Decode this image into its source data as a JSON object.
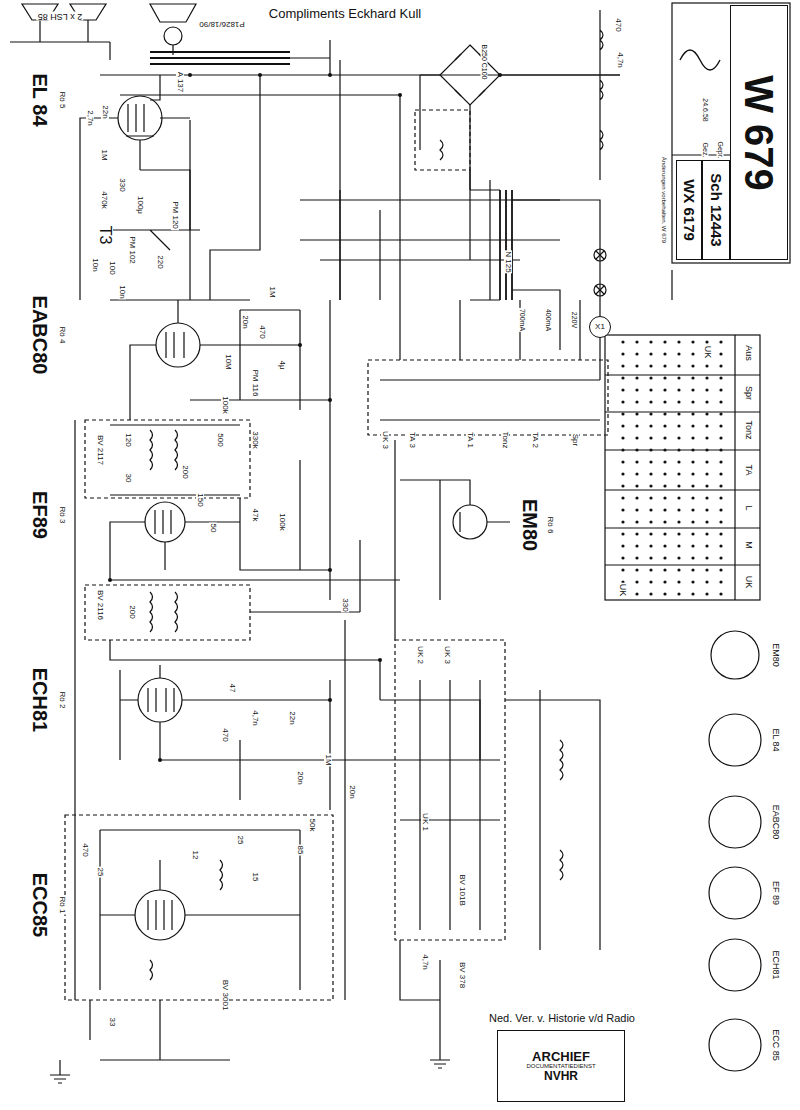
{
  "diagram": {
    "nodes": [
      {
        "text": [
          "WX 6179"
        ]
      },
      {
        "text": [
          "Sch 12443"
        ]
      },
      {
        "text": [
          "W 679"
        ]
      },
      {
        "text": [
          "ARCHIEF",
          "DOCUMENTATIEDIENST",
          "NVHR"
        ]
      },
      {
        "text": [
          "X1"
        ]
      }
    ],
    "labels": [
      "Compliments Eckhard Kull",
      "2 x LSH 85",
      "P1826/18/90",
      "EL 84",
      "Rö 5",
      "T3",
      "EABC80",
      "Rö 4",
      "EF89",
      "Rö 3",
      "ECH81",
      "Rö 2",
      "ECC85",
      "Rö 1",
      "EM80",
      "Rö 6",
      "Änderungen vorbehalten. W 679",
      "Gez.",
      "24.6.58",
      "Gepr.",
      "N 125",
      "B250 C100",
      "UK",
      "M",
      "L",
      "TA",
      "Tonz",
      "Spr",
      "Aus",
      "UK",
      "UK",
      "EM80",
      "EL 84",
      "EABC80",
      "EF 89",
      "ECH81",
      "ECC 85",
      "Ned. Ver. v. Historie v/d Radio",
      "2,7n",
      "22n",
      "1M",
      "330",
      "470k",
      "100μ",
      "PM 120",
      "PM 102",
      "220",
      "10n",
      "100",
      "10n",
      "20n",
      "1M",
      "10M",
      "470",
      "PM 116",
      "4μ",
      "100k",
      "BV 2117",
      "120",
      "500",
      "200",
      "30",
      "330k",
      "150",
      "50",
      "47k",
      "100k",
      "330",
      "BV 2116",
      "200",
      "47",
      "4,7n",
      "22n",
      "470",
      "1M",
      "20n",
      "20n",
      "BV 3001",
      "BV 101B",
      "BV 378",
      "33",
      "470",
      "25",
      "12",
      "25",
      "15",
      "85",
      "50k",
      "4,7n",
      "UK 3",
      "TA 3",
      "TA 1",
      "Tonz",
      "TA 2",
      "Spr",
      "UK 2",
      "UK 3",
      "UK 1",
      "A 137",
      "700mA",
      "400mA",
      "220V",
      "470",
      "4,7n"
    ]
  }
}
